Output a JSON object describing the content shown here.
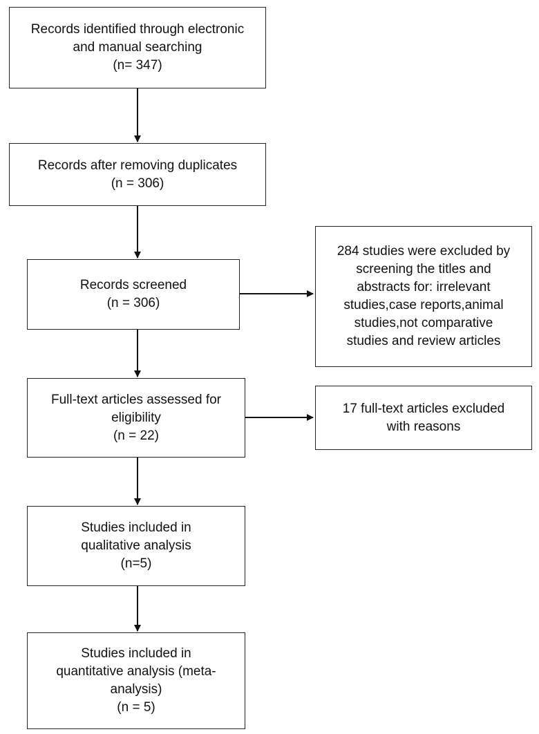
{
  "flowchart": {
    "identified": {
      "lines": [
        "Records identified through electronic",
        "and manual searching",
        "(n= 347)"
      ]
    },
    "after_duplicates": {
      "lines": [
        "Records after removing duplicates",
        "(n =  306)"
      ]
    },
    "screened": {
      "lines": [
        "Records screened",
        "(n = 306)"
      ]
    },
    "excluded_screening": {
      "lines": [
        "284 studies were excluded by",
        "screening the titles and",
        "abstracts for: irrelevant",
        "studies,case reports,animal",
        "studies,not comparative",
        "studies and review articles"
      ]
    },
    "full_text": {
      "lines": [
        "Full-text articles assessed for",
        "eligibility",
        "(n = 22)"
      ]
    },
    "excluded_full_text": {
      "lines": [
        "17 full-text articles excluded",
        "with reasons"
      ]
    },
    "qualitative": {
      "lines": [
        "Studies included in",
        "qualitative analysis",
        "(n=5)"
      ]
    },
    "quantitative": {
      "lines": [
        "Studies included in",
        "quantitative analysis (meta-",
        "analysis)",
        "(n = 5)"
      ]
    }
  }
}
